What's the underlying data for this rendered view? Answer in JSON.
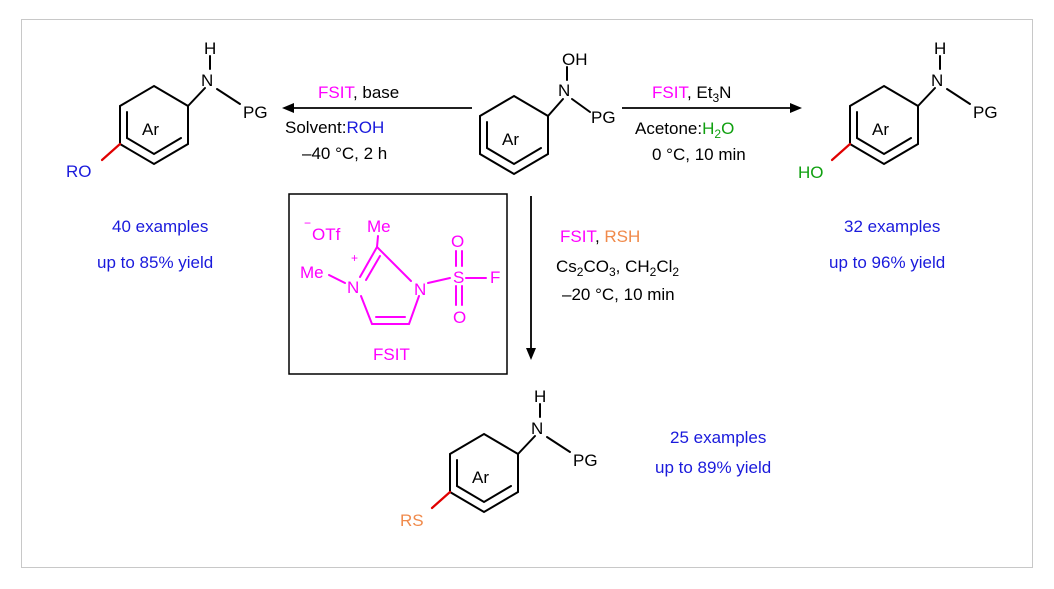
{
  "atoms": {
    "h": "H",
    "n": "N",
    "pg": "PG",
    "oh": "OH",
    "ar": "Ar",
    "ro": "RO",
    "ho": "HO",
    "rs": "RS"
  },
  "left_reaction": {
    "reagent": "FSIT",
    "reagent_rest": ", base",
    "solvent_prefix": "Solvent:",
    "solvent_highlight": "ROH",
    "conditions": "–40 °C, 2 h"
  },
  "right_reaction": {
    "reagent": "FSIT",
    "reagent_rest": ", Et",
    "base_sub": "3",
    "base_end": "N",
    "solvent_prefix": "Acetone:",
    "solvent_h": "H",
    "solvent_sub": "2",
    "solvent_o": "O",
    "conditions": "0 °C, 10 min"
  },
  "down_reaction": {
    "reagent": "FSIT",
    "reagent_sep": ", ",
    "reagent_highlight": "RSH",
    "cs": "Cs",
    "cs_sub": "2",
    "co": "CO",
    "co_sub": "3",
    "solv": ", CH",
    "ch_sub": "2",
    "cl": "Cl",
    "cl_sub": "2",
    "conditions": "–20 °C, 10 min"
  },
  "results": {
    "left": {
      "count": "40 examples",
      "yield": "up to 85% yield"
    },
    "right": {
      "count": "32 examples",
      "yield": "up to 96% yield"
    },
    "bottom": {
      "count": "25 examples",
      "yield": "up to 89% yield"
    }
  },
  "fsit": {
    "counterion": "OTf",
    "minus": "−",
    "me_top": "Me",
    "me_left": "Me",
    "plus": "+",
    "n_plus": "N",
    "n_right": "N",
    "s": "S",
    "o_top": "O",
    "o_bottom": "O",
    "f": "F",
    "label": "FSIT"
  },
  "colors": {
    "magenta": "#ff00ff",
    "blue": "#1a1adc",
    "green": "#10a010",
    "orange": "#f08a4b",
    "red": "#e00000"
  }
}
